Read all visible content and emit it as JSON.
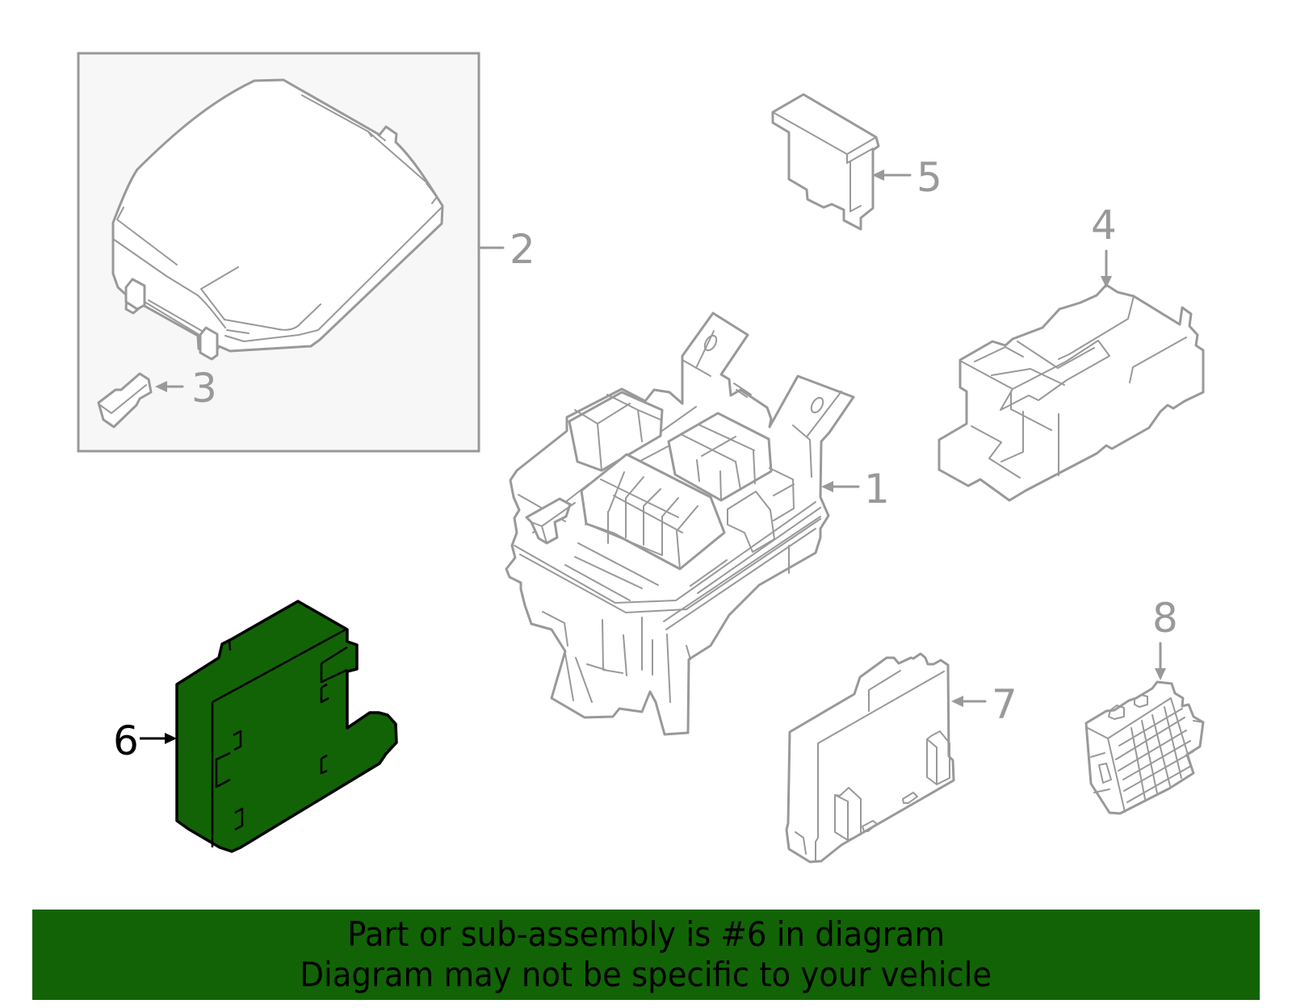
{
  "diagram": {
    "highlight_color": "#126306",
    "line_color": "#999999",
    "group_box_fill": "#f7f7f7",
    "highlighted_part": "6",
    "callouts": [
      {
        "id": "1",
        "label": "1"
      },
      {
        "id": "2",
        "label": "2"
      },
      {
        "id": "3",
        "label": "3"
      },
      {
        "id": "4",
        "label": "4"
      },
      {
        "id": "5",
        "label": "5"
      },
      {
        "id": "6",
        "label": "6"
      },
      {
        "id": "7",
        "label": "7"
      },
      {
        "id": "8",
        "label": "8"
      }
    ]
  },
  "banner": {
    "line1": "Part or sub-assembly is #6 in diagram",
    "line2": "Diagram may not be specific to your vehicle",
    "background": "#126306"
  }
}
